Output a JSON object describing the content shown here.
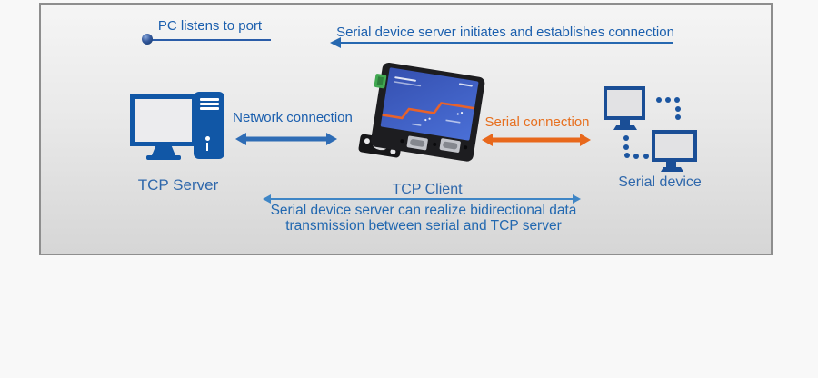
{
  "panel": {
    "background_top": "#f5f5f5",
    "background_bottom": "#d6d6d6",
    "border_color": "#8e8e8e"
  },
  "annotations": {
    "pc_listens": "PC listens to port",
    "server_initiates": "Serial device server initiates and establishes connection",
    "network_connection": "Network connection",
    "serial_connection": "Serial connection",
    "bidirectional_line1": "Serial device server can realize bidirectional data",
    "bidirectional_line2": "transmission between serial and TCP server"
  },
  "nodes": {
    "tcp_server": {
      "label": "TCP Server",
      "icon": "desktop-computer-icon"
    },
    "tcp_client": {
      "label": "TCP Client",
      "icon": "serial-device-server-photo"
    },
    "serial_device": {
      "label": "Serial device",
      "icon": "linked-monitors-icon"
    }
  },
  "colors": {
    "annotation_blue": "#1b5fae",
    "node_label_blue": "#2e67ab",
    "arrow_blue": "#2e6cb5",
    "thin_arrow_blue": "#3f86c6",
    "orange_text": "#e76f1e",
    "orange_arrow": "#e8681c",
    "icon_blue": "#1157a6",
    "monitor_navy": "#1a4e96",
    "device_panel_blue": "#4a6fd6",
    "device_stripe_orange": "#e8622a",
    "terminal_green": "#41a851"
  }
}
